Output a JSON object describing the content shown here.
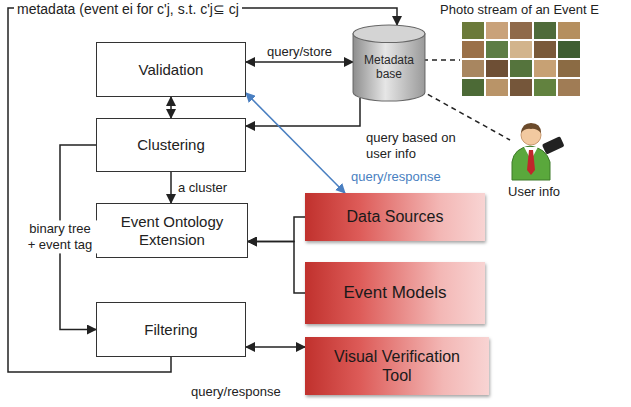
{
  "diagram": {
    "nodes": [
      {
        "text": [
          "Validation"
        ]
      },
      {
        "text": [
          "Clustering"
        ]
      },
      {
        "text": [
          "Event Ontology Extension"
        ]
      },
      {
        "text": [
          "Filtering"
        ]
      },
      {
        "text": [
          "Metadata base"
        ]
      },
      {
        "text": [
          "Data Sources"
        ]
      },
      {
        "text": [
          "Event Models"
        ]
      },
      {
        "text": [
          "Visual Verification Tool"
        ]
      }
    ],
    "edges": [
      {
        "from": 0,
        "to": 4,
        "arrow": "both",
        "label": "query/store"
      },
      {
        "from": 0,
        "to": 1,
        "arrow": "both"
      },
      {
        "from": 1,
        "to": 2,
        "arrow": "to",
        "label": "a cluster"
      },
      {
        "from": 4,
        "to": 1,
        "arrow": "to",
        "label": "query based on user info"
      },
      {
        "from": 0,
        "to": 5,
        "arrow": "both",
        "label": "query/response"
      },
      {
        "from": 5,
        "to": 2,
        "arrow": "to"
      },
      {
        "from": 6,
        "to": 2,
        "arrow": "to"
      },
      {
        "from": 1,
        "to": 3,
        "arrow": "to",
        "label": "binary tree + event tag"
      },
      {
        "from": 3,
        "to": 7,
        "arrow": "both",
        "label": "query/response"
      },
      {
        "from": 3,
        "to": 4,
        "arrow": "to",
        "label": "metadata (event ei for c'j, s.t. c'j⊆ cj"
      }
    ],
    "labels": [
      "Photo stream of an Event E",
      "User info"
    ]
  }
}
